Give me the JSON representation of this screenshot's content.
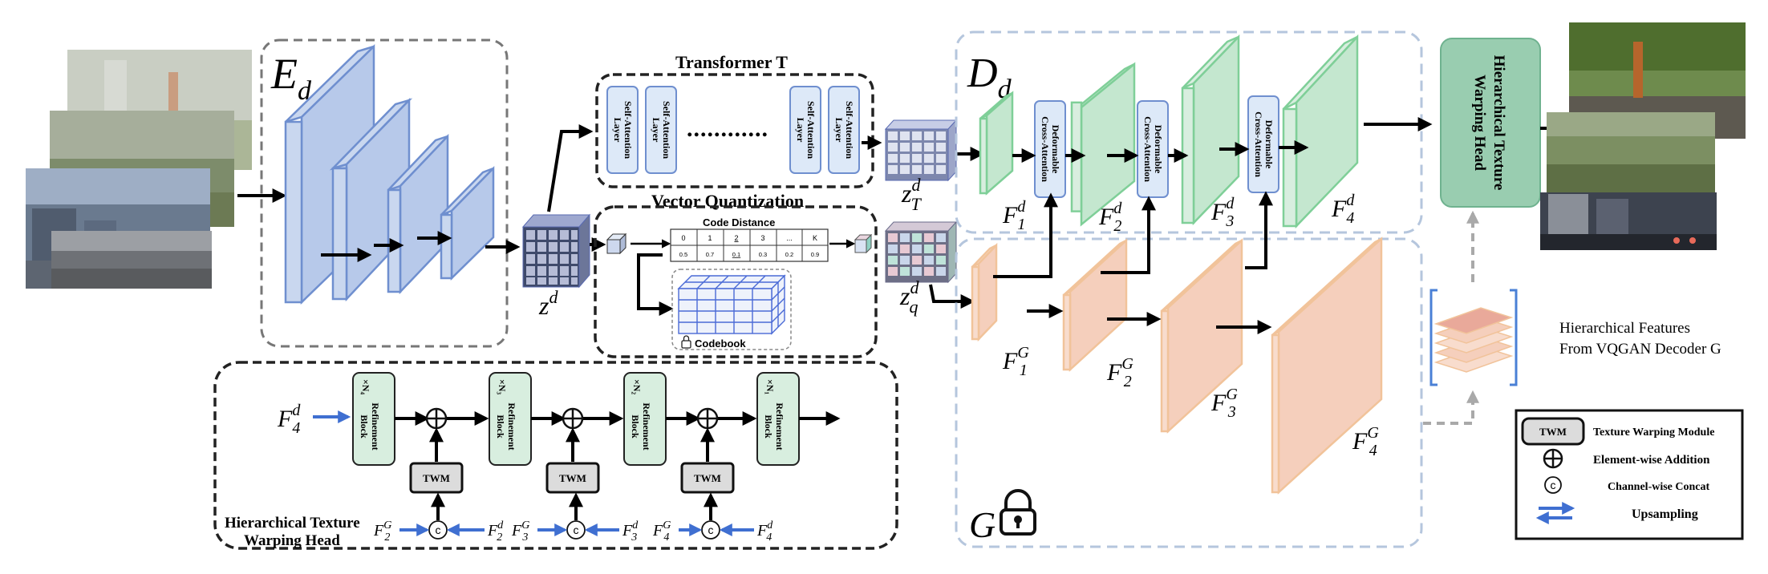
{
  "encoder": {
    "symbol": "E",
    "sub": "d"
  },
  "latents": {
    "zd": {
      "base": "z",
      "sup": "d"
    },
    "zT": {
      "base": "z",
      "sup": "d",
      "sub": "T"
    },
    "zq": {
      "base": "z",
      "sup": "d",
      "sub": "q"
    }
  },
  "transformer": {
    "title": "Transformer T",
    "layer_line1": "Self-Attention",
    "layer_line2": "Layer",
    "dots": "............"
  },
  "vq": {
    "title": "Vector Quantization",
    "code_distance": "Code Distance",
    "indices": [
      "0",
      "1",
      "2",
      "3",
      "...",
      "K"
    ],
    "distances": [
      "0.5",
      "0.7",
      "0.1",
      "0.3",
      "0.2",
      "0.9"
    ],
    "codebook": "Codebook"
  },
  "decoder": {
    "symbol": "D",
    "sub": "d",
    "deform_line1": "Deformable",
    "deform_line2": "Cross-Attention",
    "features": [
      {
        "base": "F",
        "sup": "d",
        "sub": "1"
      },
      {
        "base": "F",
        "sup": "d",
        "sub": "2"
      },
      {
        "base": "F",
        "sup": "d",
        "sub": "3"
      },
      {
        "base": "F",
        "sup": "d",
        "sub": "4"
      }
    ]
  },
  "vqgan": {
    "symbol": "G",
    "features": [
      {
        "base": "F",
        "sup": "G",
        "sub": "1"
      },
      {
        "base": "F",
        "sup": "G",
        "sub": "2"
      },
      {
        "base": "F",
        "sup": "G",
        "sub": "3"
      },
      {
        "base": "F",
        "sup": "G",
        "sub": "4"
      }
    ]
  },
  "warp_head": {
    "line1": "Hierarchical Texture",
    "line2": "Warping Head",
    "caption_line1": "Hierarchical Texture",
    "caption_line2": "Warping Head",
    "input": {
      "base": "F",
      "sup": "d",
      "sub": "4"
    },
    "refine_line1": "Refinement",
    "refine_line2": "Block",
    "counts": [
      "×N₄",
      "×N₃",
      "×N₂",
      "×N₁"
    ],
    "twm": "TWM",
    "concat_symbol": "c",
    "pairs": [
      {
        "g": {
          "base": "F",
          "sup": "G",
          "sub": "2"
        },
        "d": {
          "base": "F",
          "sup": "d",
          "sub": "2"
        }
      },
      {
        "g": {
          "base": "F",
          "sup": "G",
          "sub": "3"
        },
        "d": {
          "base": "F",
          "sup": "d",
          "sub": "3"
        }
      },
      {
        "g": {
          "base": "F",
          "sup": "G",
          "sub": "4"
        },
        "d": {
          "base": "F",
          "sup": "d",
          "sub": "4"
        }
      }
    ]
  },
  "hier_features": {
    "line1": "Hierarchical Features",
    "line2": "From VQGAN Decoder G"
  },
  "legend": {
    "twm": "TWM",
    "twm_label": "Texture Warping Module",
    "add_label": "Element-wise  Addition",
    "concat_symbol": "c",
    "concat_label": "Channel-wise  Concat",
    "up_label": "Upsampling"
  },
  "colors": {
    "encoder_fill": "#c9d7ef",
    "encoder_stroke": "#6f8fcf",
    "decoder_fill": "#d8eedf",
    "decoder_stroke": "#7fcf98",
    "vqgan_fill": "#f8dccd",
    "vqgan_stroke": "#f1c39a",
    "attn_fill": "#dde9f8",
    "attn_stroke": "#6f8fcf",
    "head_fill": "#99cdb0",
    "arrow_blue": "#3f6fd1",
    "dashed_blue": "#b5c6dd"
  }
}
